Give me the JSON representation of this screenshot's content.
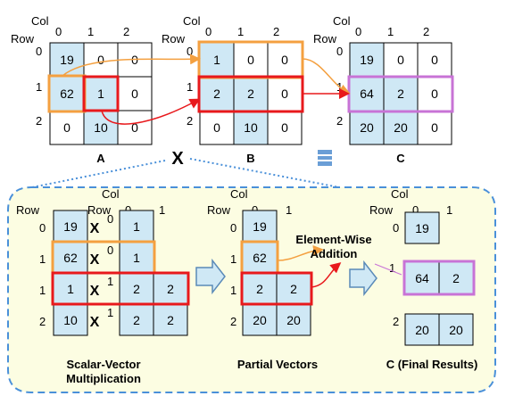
{
  "top": {
    "col_word": "Col",
    "row_word": "Row",
    "col_idx": [
      "0",
      "1",
      "2"
    ],
    "row_idx": [
      "0",
      "1",
      "2"
    ],
    "A": {
      "name": "A",
      "cells": [
        [
          "19",
          "0",
          "0"
        ],
        [
          "62",
          "1",
          "0"
        ],
        [
          "0",
          "10",
          "0"
        ]
      ]
    },
    "B": {
      "name": "B",
      "cells": [
        [
          "1",
          "0",
          "0"
        ],
        [
          "2",
          "2",
          "0"
        ],
        [
          "0",
          "10",
          "0"
        ]
      ]
    },
    "C": {
      "name": "C",
      "cells": [
        [
          "19",
          "0",
          "0"
        ],
        [
          "64",
          "2",
          "0"
        ],
        [
          "20",
          "20",
          "0"
        ]
      ]
    },
    "op_times": "X",
    "op_equals": "="
  },
  "bottom": {
    "scalars": [
      "19",
      "62",
      "1",
      "10"
    ],
    "times": "X",
    "rowB_labels": [
      "0",
      "0",
      "1",
      "1"
    ],
    "scalar_row_labels": [
      "0",
      "1",
      "1",
      "2"
    ],
    "vectors": [
      [
        "1"
      ],
      [
        "1"
      ],
      [
        "2",
        "2"
      ],
      [
        "2",
        "2"
      ]
    ],
    "partial": {
      "row_labels": [
        "0",
        "1",
        "2"
      ],
      "rows": [
        [
          "19"
        ],
        [
          "62"
        ],
        [
          "2",
          "2"
        ],
        [
          "20",
          "20"
        ]
      ]
    },
    "final": {
      "row_labels": [
        "0",
        "1",
        "2"
      ],
      "rows": [
        [
          "19"
        ],
        [
          "64",
          "2"
        ],
        [
          "20",
          "20"
        ]
      ]
    },
    "ewa_line1": "Element-Wise",
    "ewa_line2": "Addition",
    "caption_svm1": "Scalar-Vector",
    "caption_svm2": "Multiplication",
    "caption_partial": "Partial Vectors",
    "caption_final": "C (Final Results)"
  },
  "colors": {
    "blue_fill": "#cfe8f5",
    "orange": "#f4a040",
    "red": "#e8191c",
    "pink": "#c873d6",
    "panel_fill": "#fcfde2",
    "panel_border": "#4a90d9"
  }
}
